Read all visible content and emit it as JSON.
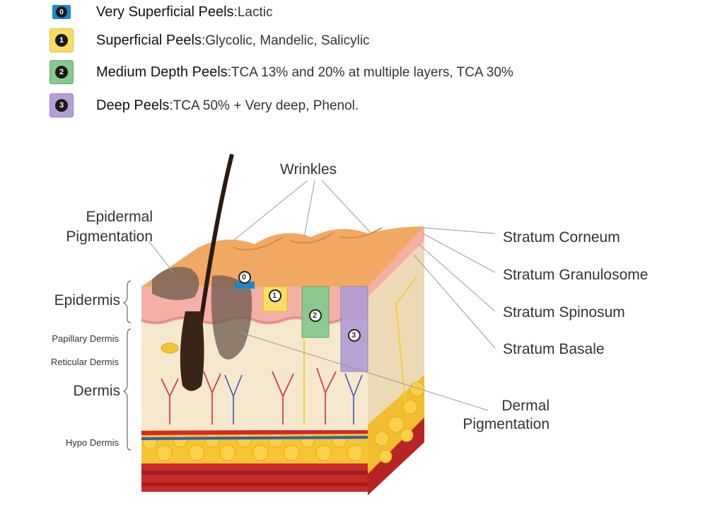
{
  "legend": [
    {
      "number": "0",
      "name": "Very Superficial Peels",
      "detail": ":Lactic",
      "color": "#1e88c9"
    },
    {
      "number": "1",
      "name": "Superficial Peels",
      "detail": ":Glycolic, Mandelic, Salicylic",
      "color": "#f7dd62"
    },
    {
      "number": "2",
      "name": "Medium Depth Peels",
      "detail": ":TCA 13% and 20% at multiple layers, TCA 30%",
      "color": "#86c98e"
    },
    {
      "number": "3",
      "name": "Deep Peels",
      "detail": ":TCA 50% + Very deep, Phenol.",
      "color": "#b39fd6"
    }
  ],
  "labels": {
    "wrinkles": "Wrinkles",
    "epidermal_pigmentation_1": "Epidermal",
    "epidermal_pigmentation_2": "Pigmentation",
    "epidermis": "Epidermis",
    "papillary_dermis": "Papillary Dermis",
    "reticular_dermis": "Reticular Dermis",
    "dermis": "Dermis",
    "hypo_dermis": "Hypo Dermis",
    "stratum_corneum": "Stratum Corneum",
    "stratum_granulosome": "Stratum Granulosome",
    "stratum_spinosum": "Stratum Spinosum",
    "stratum_basale": "Stratum Basale",
    "dermal_pigmentation_1": "Dermal",
    "dermal_pigmentation_2": "Pigmentation"
  },
  "colors": {
    "skin_top": "#f0a862",
    "epidermis": "#f5b0a6",
    "dermis": "#f6e8cc",
    "fat": "#f7c531",
    "muscle": "#c82a2a",
    "hair": "#2a1a12",
    "pigment": "#6b5a50"
  }
}
